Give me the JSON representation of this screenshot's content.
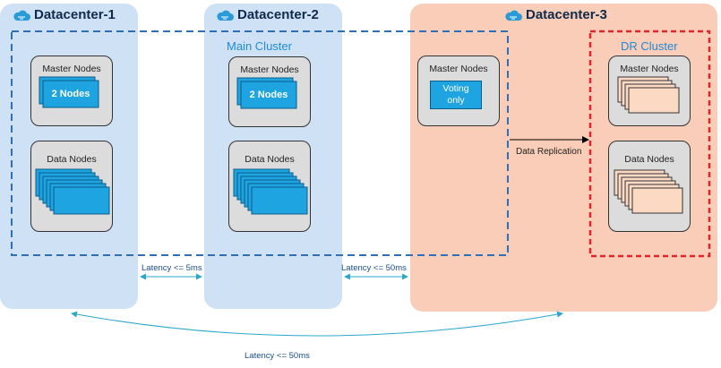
{
  "datacenters": [
    {
      "name": "Datacenter-1",
      "icon": "cloud-icon"
    },
    {
      "name": "Datacenter-2",
      "icon": "cloud-icon"
    },
    {
      "name": "Datacenter-3",
      "icon": "cloud-icon"
    }
  ],
  "clusters": {
    "main": "Main Cluster",
    "dr": "DR Cluster"
  },
  "nodes": {
    "dc1_master_label": "Master Nodes",
    "dc1_master_count": "2 Nodes",
    "dc1_data_label": "Data Nodes",
    "dc2_master_label": "Master Nodes",
    "dc2_master_count": "2 Nodes",
    "dc2_data_label": "Data Nodes",
    "dc3_master_label": "Master Nodes",
    "dc3_voting_line1": "Voting",
    "dc3_voting_line2": "only",
    "dr_master_label": "Master Nodes",
    "dr_data_label": "Data Nodes"
  },
  "links": {
    "replication": "Data Replication",
    "latency_dc1_dc2": "Latency <= 5ms",
    "latency_dc2_dc3": "Latency <= 50ms",
    "latency_dc1_dc3": "Latency <= 50ms"
  },
  "colors": {
    "blue_panel": "#cfe2f5",
    "orange_panel": "#f9cdb8",
    "main_cluster_border": "#2f6fb5",
    "dr_cluster_border": "#e0262b",
    "node_blue": "#1ea4e0",
    "node_peach": "#fbd9c3"
  }
}
